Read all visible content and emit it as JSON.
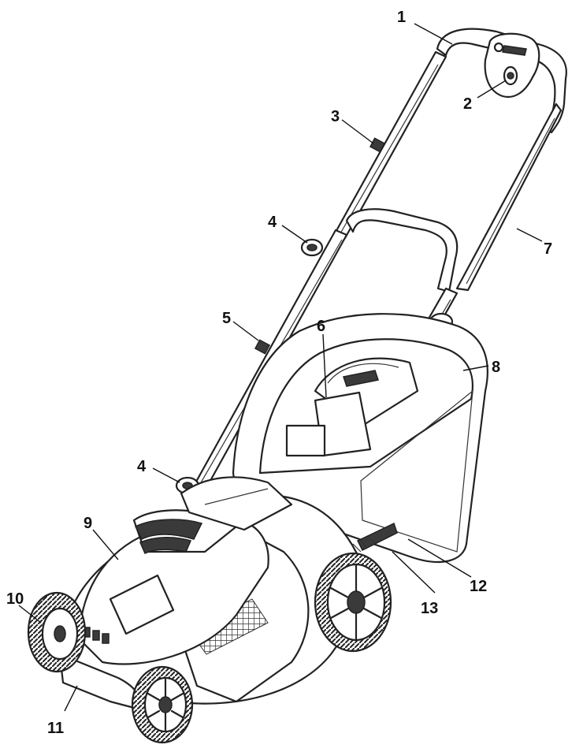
{
  "callouts": [
    {
      "id": "1",
      "label": "1"
    },
    {
      "id": "2",
      "label": "2"
    },
    {
      "id": "3",
      "label": "3"
    },
    {
      "id": "4a",
      "label": "4"
    },
    {
      "id": "4b",
      "label": "4"
    },
    {
      "id": "5",
      "label": "5"
    },
    {
      "id": "6",
      "label": "6"
    },
    {
      "id": "7",
      "label": "7"
    },
    {
      "id": "8",
      "label": "8"
    },
    {
      "id": "9",
      "label": "9"
    },
    {
      "id": "10",
      "label": "10"
    },
    {
      "id": "11",
      "label": "11"
    },
    {
      "id": "12",
      "label": "12"
    },
    {
      "id": "13",
      "label": "13"
    }
  ]
}
